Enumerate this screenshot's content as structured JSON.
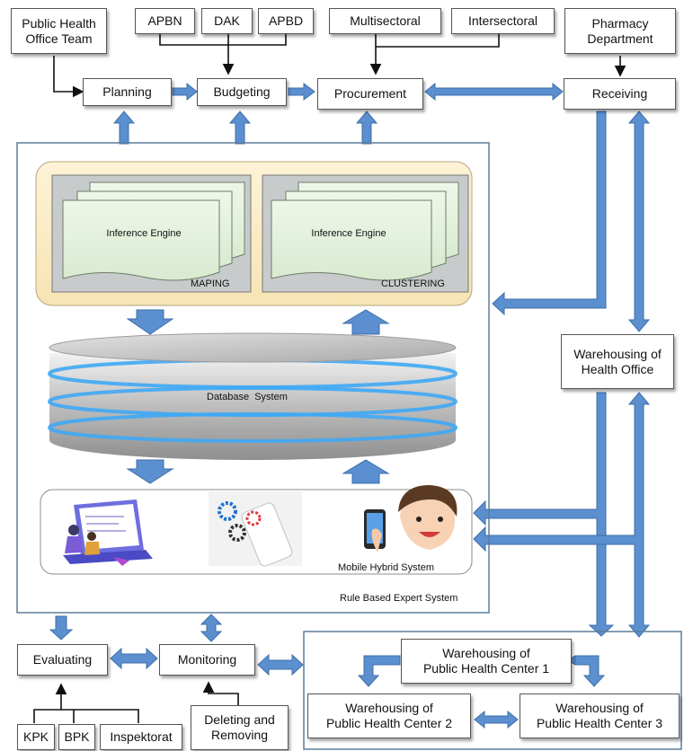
{
  "colors": {
    "arrow_blue": "#5b8fd0",
    "arrow_border": "#3d6fa8",
    "panel_yellow": "#fbecc6",
    "doc_green": "#e6f2df",
    "db_silver": "#d6d6d6",
    "db_glow": "#3fa9f5"
  },
  "sources": {
    "public_health_team": "Public Health\nOffice Team",
    "apbn": "APBN",
    "dak": "DAK",
    "apbd": "APBD",
    "multisectoral": "Multisectoral",
    "intersectoral": "Intersectoral",
    "pharmacy": "Pharmacy\nDepartment"
  },
  "process": {
    "planning": "Planning",
    "budgeting": "Budgeting",
    "procurement": "Procurement",
    "receiving": "Receiving",
    "warehousing_office": "Warehousing of\nHealth Office",
    "evaluating": "Evaluating",
    "monitoring": "Monitoring",
    "deleting": "Deleting and\nRemoving"
  },
  "auditors": {
    "kpk": "KPK",
    "bpk": "BPK",
    "inspektorat": "Inspektorat"
  },
  "expert_system": {
    "label": "Rule Based Expert System",
    "engine_left": "Inference Engine",
    "engine_right": "Inference Engine",
    "maping": "MAPING",
    "clustering": "CLUSTERING",
    "database": "Database  System",
    "mobile": "Mobile Hybrid System"
  },
  "health_centers": {
    "c1": "Warehousing of\nPublic Health Center 1",
    "c2": "Warehousing of\nPublic Health Center 2",
    "c3": "Warehousing of\nPublic Health Center 3"
  }
}
